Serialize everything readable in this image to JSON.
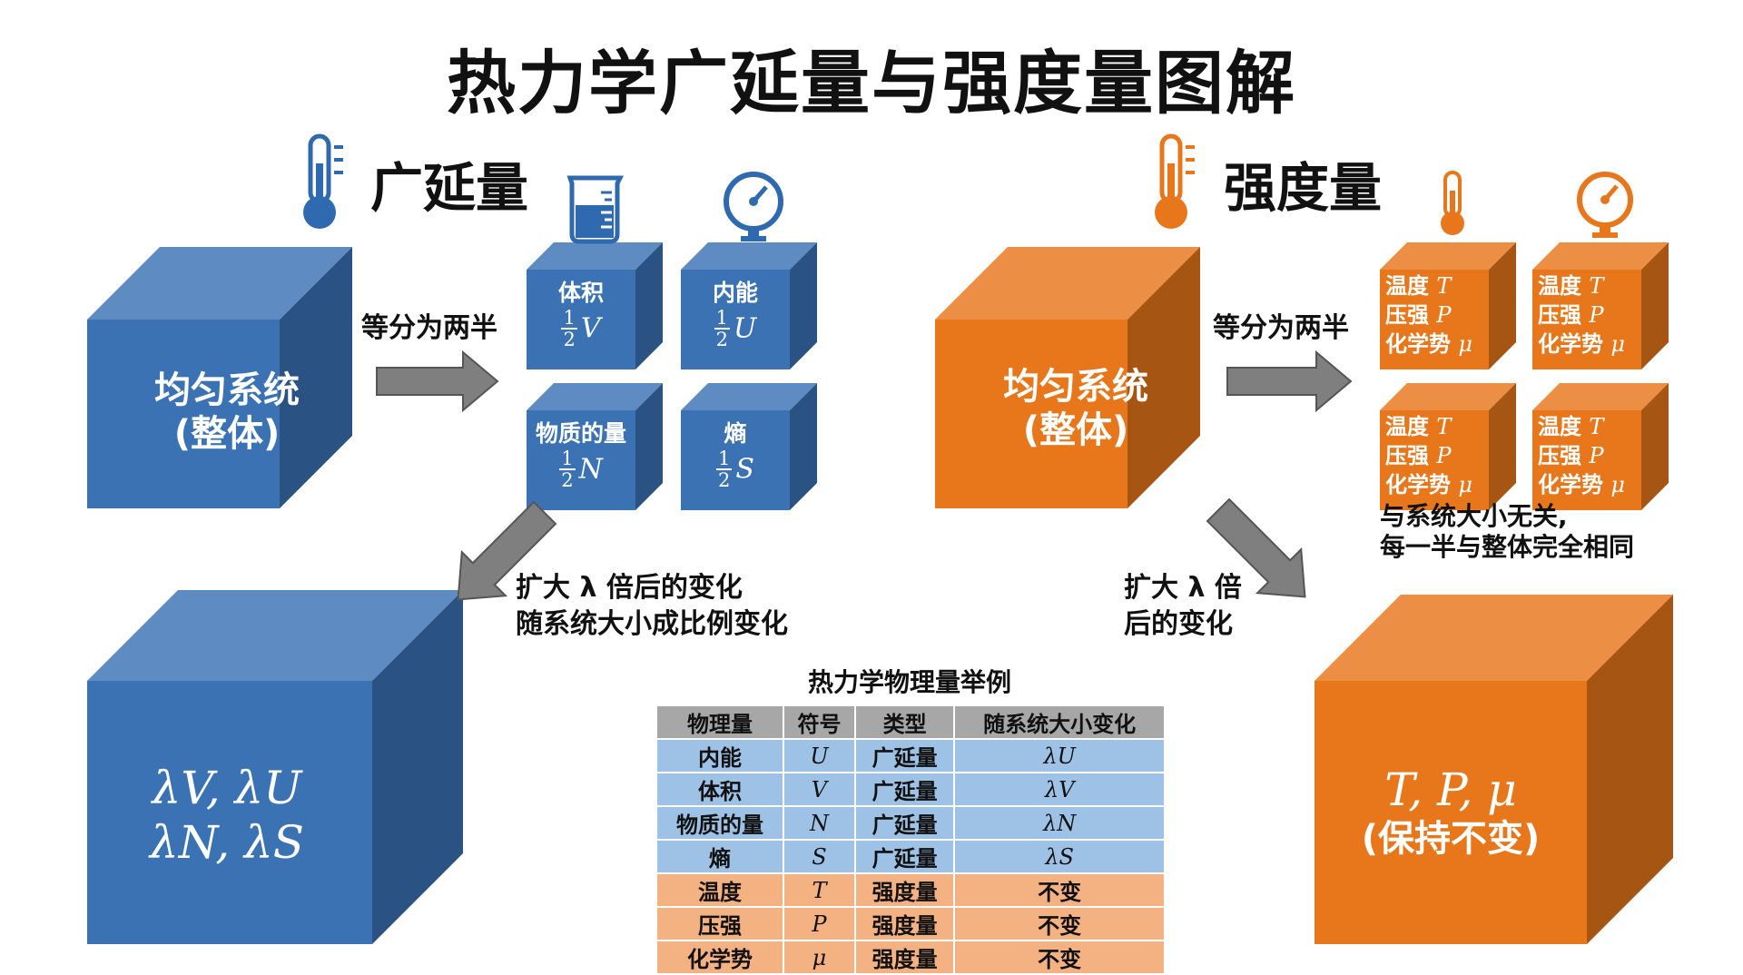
{
  "title": "热力学广延量与强度量图解",
  "colors": {
    "blue": "#3b72b4",
    "orange": "#e8761b",
    "arrow": "#7f7f7f"
  },
  "extensive": {
    "heading": "广延量",
    "icon": "thermometer-icon",
    "whole": {
      "line1": "均匀系统",
      "line2": "(整体)"
    },
    "split_label": "等分为两半",
    "halves": [
      {
        "name": "体积",
        "num": "1",
        "den": "2",
        "symbol": "V"
      },
      {
        "name": "内能",
        "num": "1",
        "den": "2",
        "symbol": "U"
      },
      {
        "name": "物质的量",
        "num": "1",
        "den": "2",
        "symbol": "N"
      },
      {
        "name": "熵",
        "num": "1",
        "den": "2",
        "symbol": "S"
      }
    ],
    "scale_label_1": "扩大 λ 倍后的变化",
    "scale_label_2": "随系统大小成比例变化",
    "scaled": {
      "line1": "λV, λU",
      "line2": "λN, λS"
    }
  },
  "intensive": {
    "heading": "强度量",
    "icon": "thermometer-icon",
    "whole": {
      "line1": "均匀系统",
      "line2": "(整体)"
    },
    "split_label": "等分为两半",
    "half_lines": [
      {
        "text": "温度",
        "symbol": "T"
      },
      {
        "text": "压强",
        "symbol": "P"
      },
      {
        "text": "化学势",
        "symbol": "μ"
      }
    ],
    "note_1": "与系统大小无关,",
    "note_2": "每一半与整体完全相同",
    "scale_label_1": "扩大 λ 倍",
    "scale_label_2": "后的变化",
    "scaled": {
      "line1": "T, P, μ",
      "line2": "(保持不变)"
    }
  },
  "table": {
    "title": "热力学物理量举例",
    "headers": [
      "物理量",
      "符号",
      "类型",
      "随系统大小变化"
    ],
    "rows": [
      {
        "kind": "ext",
        "cells": [
          "内能",
          "U",
          "广延量",
          "λU"
        ]
      },
      {
        "kind": "ext",
        "cells": [
          "体积",
          "V",
          "广延量",
          "λV"
        ]
      },
      {
        "kind": "ext",
        "cells": [
          "物质的量",
          "N",
          "广延量",
          "λN"
        ]
      },
      {
        "kind": "ext",
        "cells": [
          "熵",
          "S",
          "广延量",
          "λS"
        ]
      },
      {
        "kind": "int",
        "cells": [
          "温度",
          "T",
          "强度量",
          "不变"
        ]
      },
      {
        "kind": "int",
        "cells": [
          "压强",
          "P",
          "强度量",
          "不变"
        ]
      },
      {
        "kind": "int",
        "cells": [
          "化学势",
          "μ",
          "强度量",
          "不变"
        ]
      }
    ]
  }
}
